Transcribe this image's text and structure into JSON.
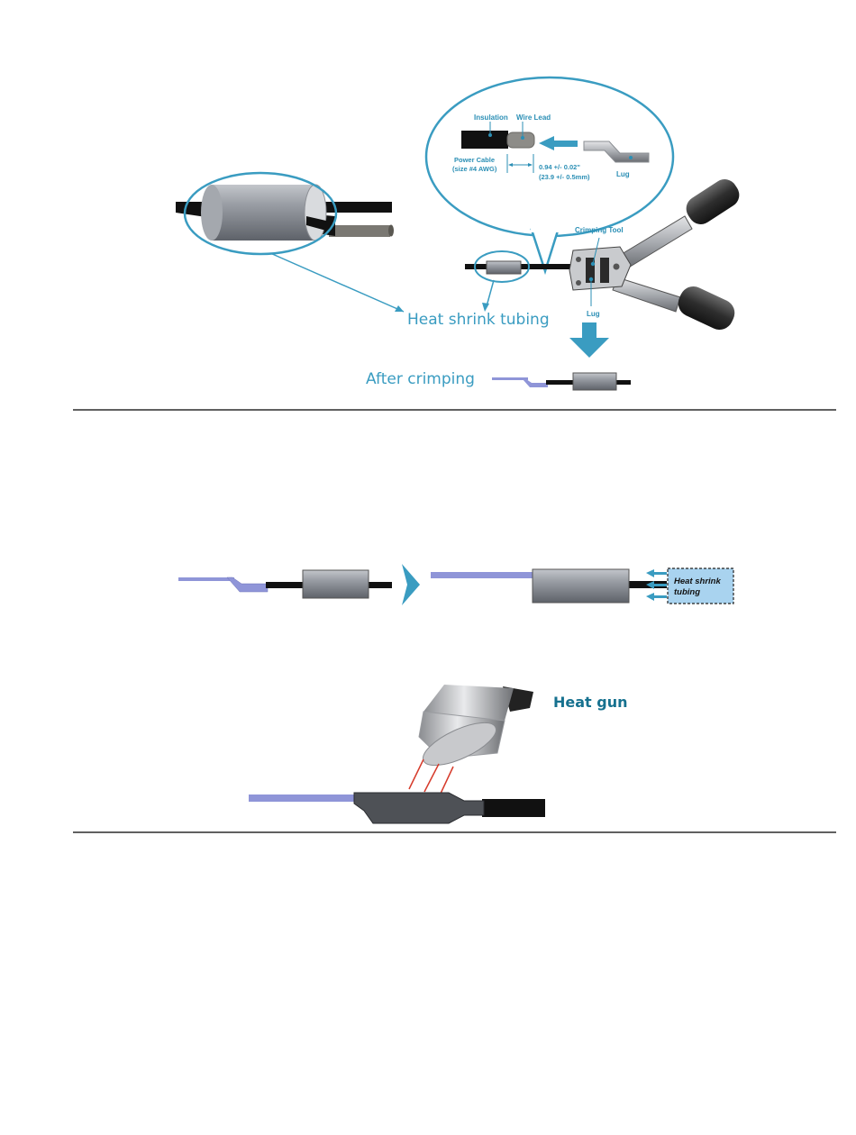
{
  "figure1": {
    "heat_shrink_label": "Heat shrink tubing",
    "after_crimping_label": "After crimping",
    "insulation_label": "Insulation",
    "wire_lead_label": "Wire Lead",
    "power_cable_line1": "Power Cable",
    "power_cable_line2": "(size #4 AWG)",
    "dimension_line1": "0.94 +/- 0.02\"",
    "dimension_line2": "(23.9 +/- 0.5mm)",
    "lug_label": "Lug",
    "crimping_tool_label": "Crimping Tool",
    "lug_label_2": "Lug"
  },
  "figure2": {
    "heat_shrink_line1": "Heat shrink",
    "heat_shrink_line2": "tubing"
  },
  "figure3": {
    "heat_gun_label": "Heat gun"
  },
  "colors": {
    "teal": "#3a9cc1",
    "lug_purple": "#8f95d8",
    "tube_gray": "#7d8188",
    "cable_black": "#111111",
    "box_blue": "#a9d3ef",
    "heat_red": "#d63a2a"
  }
}
